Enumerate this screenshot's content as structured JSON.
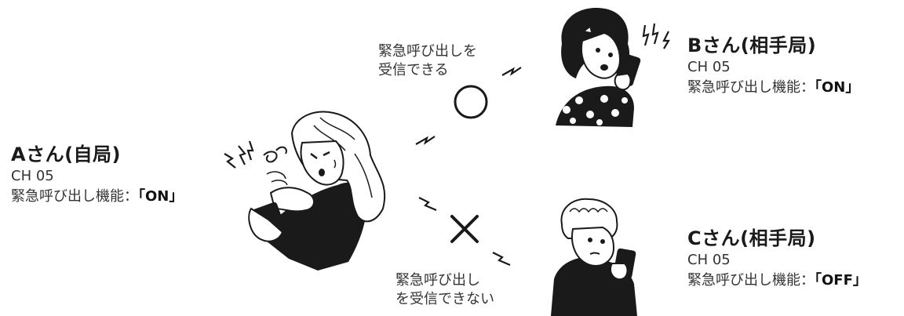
{
  "person_a": {
    "name": "Aさん(自局)",
    "channel": "CH 05",
    "function_label": "緊急呼び出し機能：",
    "function_value": "「ON」"
  },
  "person_b": {
    "name": "Bさん(相手局)",
    "channel": "CH 05",
    "function_label": "緊急呼び出し機能：",
    "function_value": "「ON」"
  },
  "person_c": {
    "name": "Cさん(相手局)",
    "channel": "CH 05",
    "function_label": "緊急呼び出し機能：",
    "function_value": "「OFF」"
  },
  "captions": {
    "receivable_line1": "緊急呼び出しを",
    "receivable_line2": "受信できる",
    "not_receivable_line1": "緊急呼び出し",
    "not_receivable_line2": "を受信できない"
  },
  "symbols": {
    "ok": "circle",
    "ng": "cross"
  },
  "colors": {
    "ink": "#1a1a1a",
    "text": "#333333"
  }
}
